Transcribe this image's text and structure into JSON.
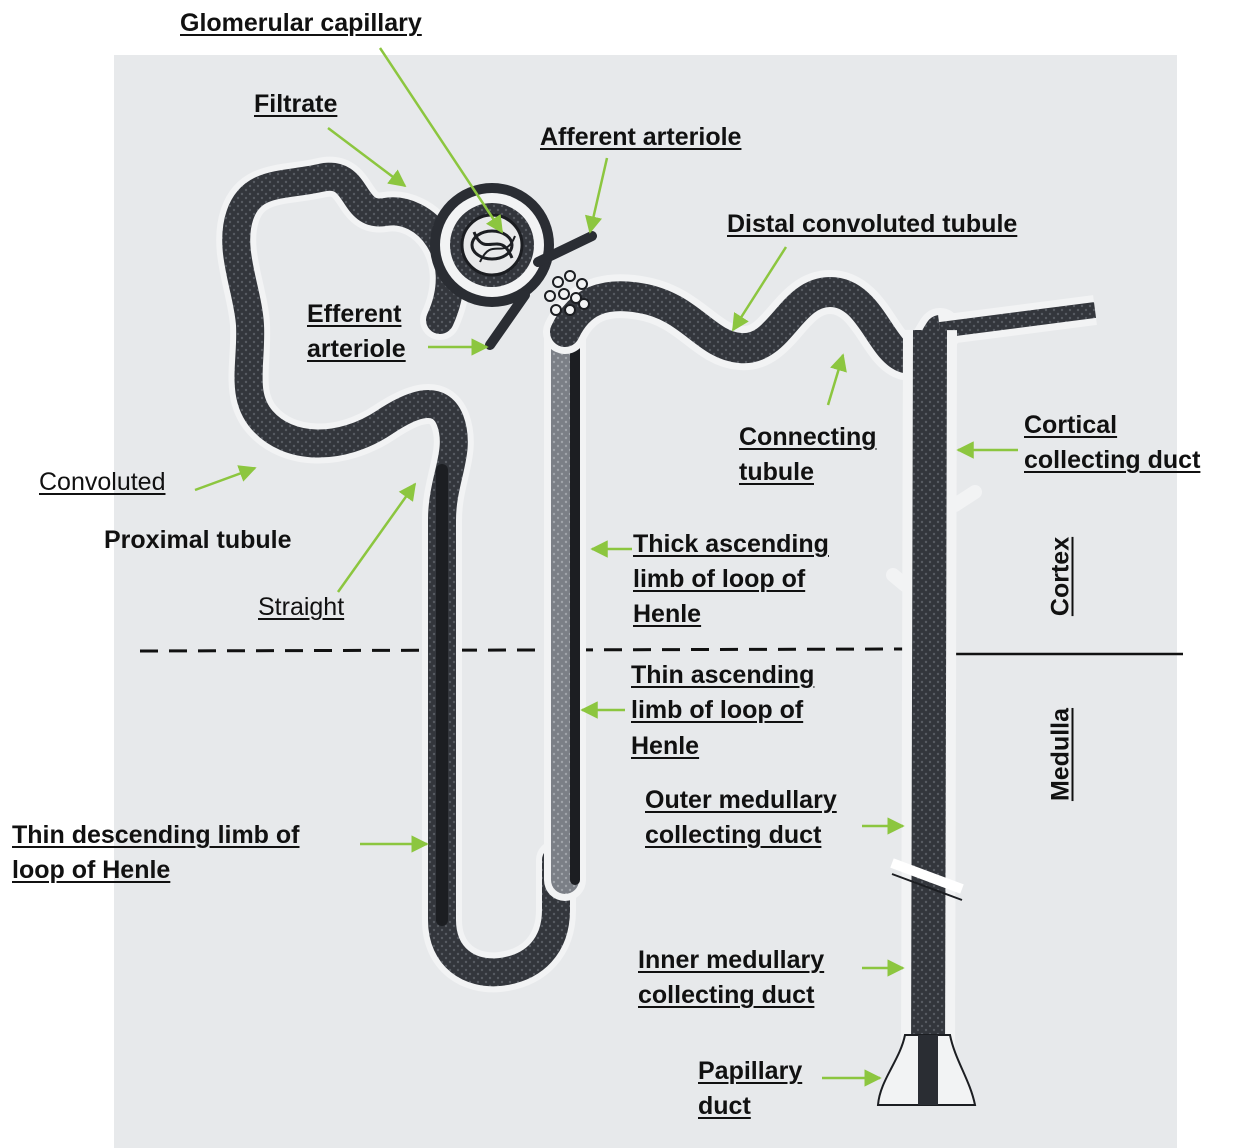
{
  "labels": {
    "glomerular_capillary": "Glomerular capillary",
    "filtrate": "Filtrate",
    "afferent_arteriole": "Afferent arteriole",
    "distal_convoluted_tubule": "Distal convoluted tubule",
    "efferent_arteriole": [
      "Efferent",
      "arteriole"
    ],
    "connecting_tubule": [
      "Connecting",
      "tubule"
    ],
    "cortical_collecting_duct": [
      "Cortical",
      "collecting duct"
    ],
    "convoluted": "Convoluted",
    "proximal_tubule": "Proximal tubule",
    "straight": "Straight",
    "thick_ascending_limb": [
      "Thick ascending",
      "limb of loop of",
      "Henle"
    ],
    "thin_ascending_limb": [
      "Thin ascending",
      "limb of loop of",
      "Henle"
    ],
    "thin_descending_limb": [
      "Thin descending limb of",
      "loop of Henle"
    ],
    "outer_medullary_collecting_duct": [
      "Outer medullary",
      "collecting duct"
    ],
    "inner_medullary_collecting_duct": [
      "Inner medullary",
      "collecting duct"
    ],
    "papillary_duct": [
      "Papillary",
      "duct"
    ]
  },
  "zones": {
    "cortex": "Cortex",
    "medulla": "Medulla"
  },
  "colors": {
    "tubule_dark": "#2a2d33",
    "tubule_mid": "#6a6e76",
    "tubule_light": "#f2f3f4",
    "arrow": "#8cc63f",
    "panel": "#e7e9eb"
  }
}
